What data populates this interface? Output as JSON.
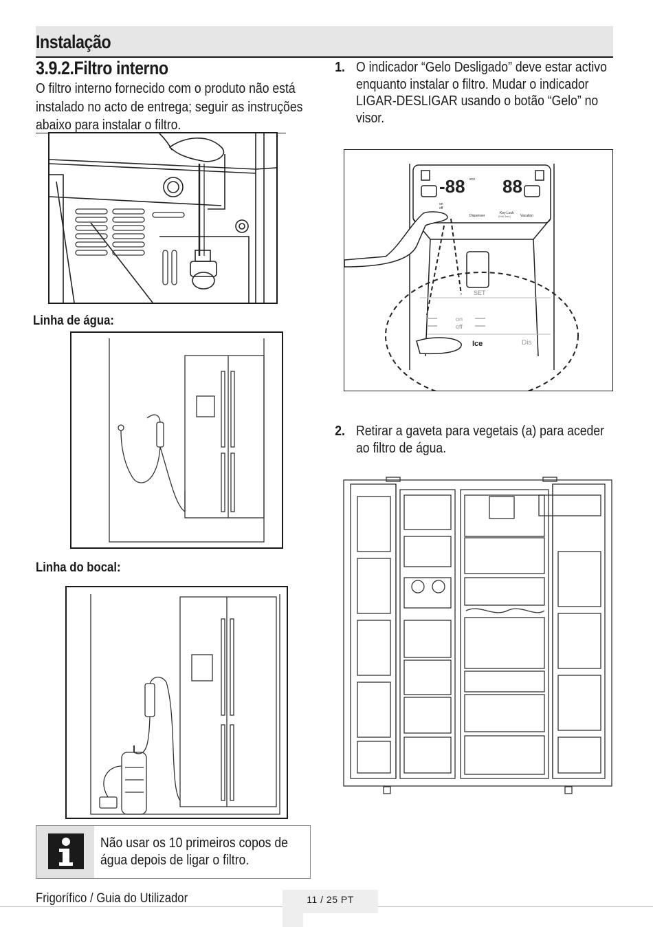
{
  "header": {
    "section_title": "Instalação",
    "sub_title": "3.9.2.Filtro interno",
    "intro": "O filtro interno fornecido com o produto não está instalado no acto de entrega; seguir as instruções abaixo para instalar o filtro."
  },
  "steps": [
    {
      "number": "1.",
      "text": "O indicador “Gelo Desligado” deve estar activo enquanto instalar o filtro. Mudar o indicador LIGAR-DESLIGAR usando o botão “Gelo” no visor."
    },
    {
      "number": "2.",
      "text": "Retirar a gaveta para vegetais (a) para aceder ao filtro de água."
    }
  ],
  "captions": {
    "water_line": "Linha de água:",
    "nozzle_line": "Linha do bocal:"
  },
  "display_panel": {
    "eco": "eco",
    "on": "on",
    "off": "off",
    "dispenser": "Dispenser",
    "key_lock": "Key Lock",
    "key_lock_hint": "(Hold 3sec)",
    "vacation": "Vacation",
    "set": "SET",
    "zoom_on": "on",
    "zoom_off": "off",
    "zoom_ice": "Ice",
    "zoom_dis": "Dis"
  },
  "note": {
    "icon": "info-icon",
    "text": "Não usar os 10 primeiros copos de água depois de ligar o filtro."
  },
  "footer": {
    "guide": "Frigorífico / Guia do Utilizador",
    "page": "11 / 25  PT"
  }
}
